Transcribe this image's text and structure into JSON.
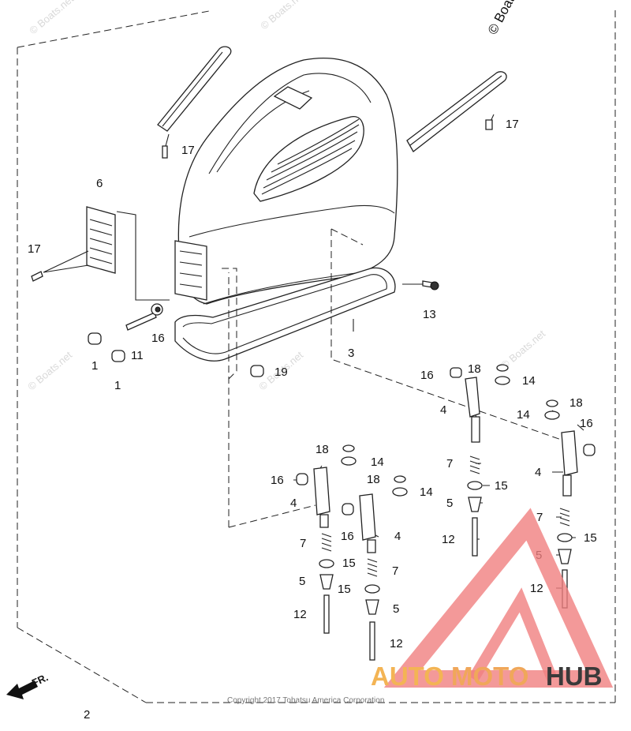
{
  "watermark": "© Boats.net",
  "copyright": "Copyright 2017 Tohatsu America Corporation",
  "direction_label": "FR.",
  "brand": {
    "auto": "AUTO",
    "moto": "MOTO",
    "hub": "HUB",
    "color_primary": "#f5a36f",
    "color_secondary": "#f0c045",
    "color_dark": "#3a3a3a"
  },
  "labels": {
    "l1a": "1",
    "l1b": "1",
    "l2": "2",
    "l3": "3",
    "l4a": "4",
    "l4b": "4",
    "l4c": "4",
    "l4d": "4",
    "l5a": "5",
    "l5b": "5",
    "l5c": "5",
    "l5d": "5",
    "l6": "6",
    "l7a": "7",
    "l7b": "7",
    "l7c": "7",
    "l7d": "7",
    "l11": "11",
    "l12a": "12",
    "l12b": "12",
    "l12c": "12",
    "l12d": "12",
    "l13": "13",
    "l14a": "14",
    "l14b": "14",
    "l14c": "14",
    "l14d": "14",
    "l15a": "15",
    "l15b": "15",
    "l15c": "15",
    "l15d": "15",
    "l16a": "16",
    "l16b": "16",
    "l16c": "16",
    "l16d": "16",
    "l16e": "16",
    "l17a": "17",
    "l17b": "17",
    "l17c": "17",
    "l18a": "18",
    "l18b": "18",
    "l18c": "18",
    "l18d": "18",
    "l19": "19"
  }
}
